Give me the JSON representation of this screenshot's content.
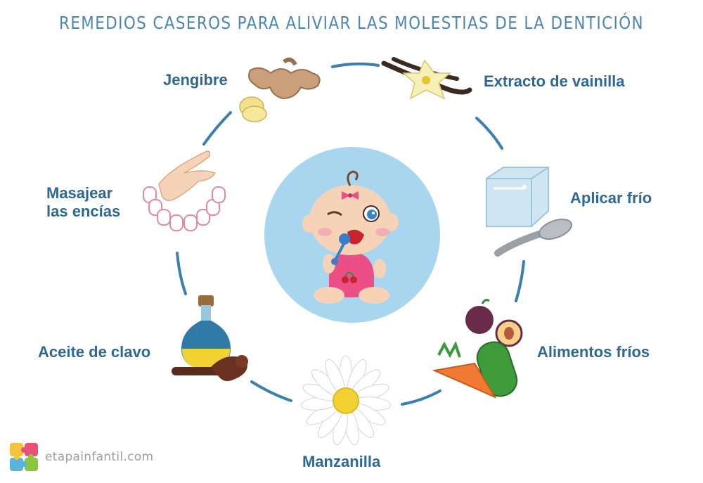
{
  "title": "REMEDIOS CASEROS PARA ALIVIAR LAS MOLESTIAS DE LA DENTICIÓN",
  "remedies": {
    "jengibre": "Jengibre",
    "vainilla": "Extracto de vainilla",
    "frio": "Aplicar frío",
    "alimentos": "Alimentos fríos",
    "manzanilla": "Manzanilla",
    "clavo": "Aceite de clavo",
    "masajear_1": "Masajear",
    "masajear_2": "las encías"
  },
  "brand": "etapainfantil.com",
  "colors": {
    "title": "#4a86b4",
    "label": "#2e6893",
    "connector": "#3b7fae",
    "center_circle": "#a8d6ee"
  }
}
